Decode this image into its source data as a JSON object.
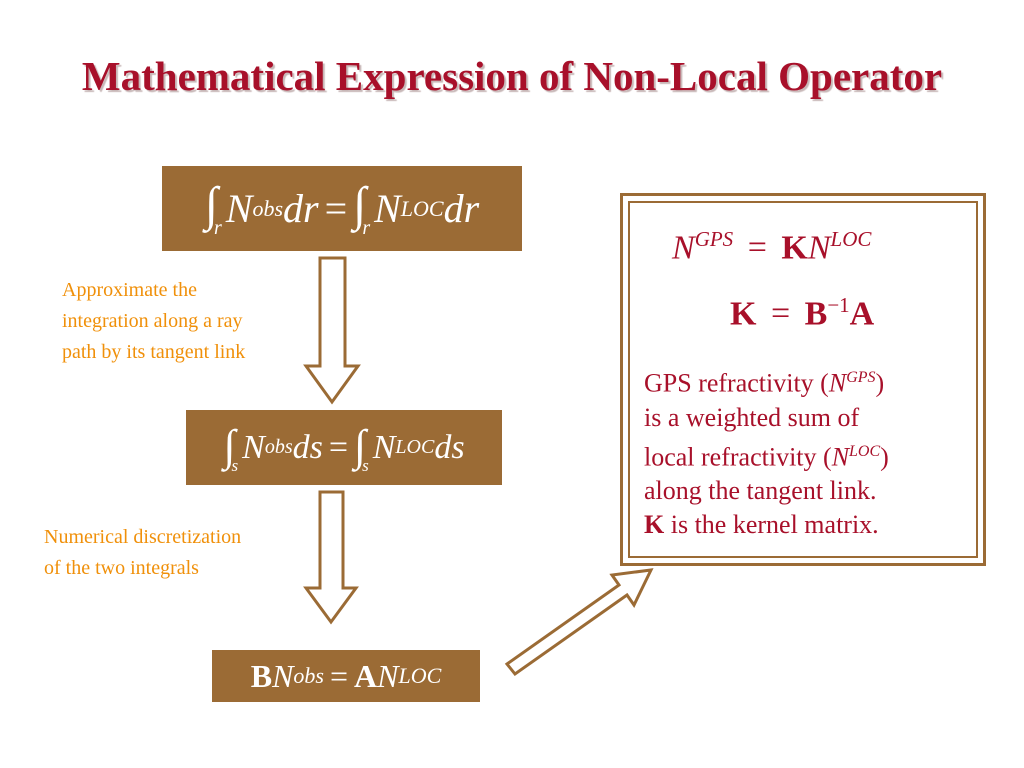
{
  "title": "Mathematical Expression of Non-Local Operator",
  "equations": {
    "eq1": {
      "integral": "∫",
      "int_sub": "r",
      "n": "N",
      "obs": "obs",
      "dr": "dr",
      "equals": "=",
      "loc": "LOC"
    },
    "eq2": {
      "integral": "∫",
      "int_sub": "s",
      "n": "N",
      "obs": "obs",
      "ds": "ds",
      "equals": "=",
      "loc": "LOC"
    },
    "eq3": {
      "b": "B",
      "n": "N",
      "obs": "obs",
      "equals": "=",
      "a": "A",
      "loc": "LOC"
    }
  },
  "notes": {
    "note1": [
      "Approximate the",
      "integration along a ray",
      "path by its tangent link"
    ],
    "note2": [
      "Numerical discretization",
      "of the two integrals"
    ]
  },
  "panel": {
    "eq1": {
      "n": "N",
      "gps": "GPS",
      "equals": "=",
      "k": "K",
      "loc": "LOC"
    },
    "eq2": {
      "k": "K",
      "equals": "=",
      "b": "B",
      "inv": "−1",
      "a": "A"
    },
    "desc": {
      "l1a": "GPS refractivity (",
      "n": "N",
      "gps": "GPS",
      "l1b": ")",
      "l2": "is a weighted sum of",
      "l3a": "local refractivity (",
      "loc": "LOC",
      "l3b": ")",
      "l4": "along the tangent link.",
      "k": "K",
      "l5": " is the kernel matrix."
    }
  },
  "colors": {
    "title": "#a8102a",
    "box_fill": "#9b6b35",
    "note_text": "#f0900a",
    "panel_text": "#a8102a"
  }
}
